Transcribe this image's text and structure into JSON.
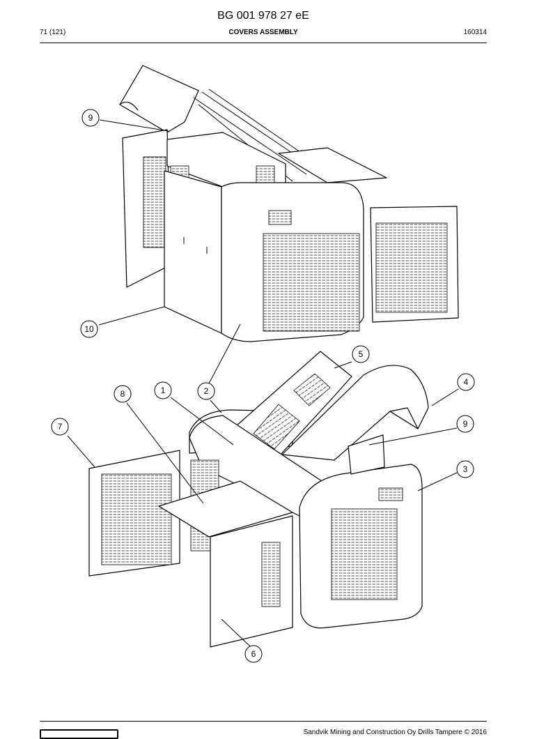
{
  "header": {
    "doc_number": "BG 001 978 27 eE",
    "page_ref": "71 (121)",
    "section_title": "COVERS ASSEMBLY",
    "revision": "160314"
  },
  "callouts": [
    {
      "id": "9a",
      "label": "9"
    },
    {
      "id": "10",
      "label": "10"
    },
    {
      "id": "5",
      "label": "5"
    },
    {
      "id": "4",
      "label": "4"
    },
    {
      "id": "1",
      "label": "1"
    },
    {
      "id": "2",
      "label": "2"
    },
    {
      "id": "8",
      "label": "8"
    },
    {
      "id": "7",
      "label": "7"
    },
    {
      "id": "9b",
      "label": "9"
    },
    {
      "id": "3",
      "label": "3"
    },
    {
      "id": "6",
      "label": "6"
    }
  ],
  "footer": {
    "copyright": "Sandvik Mining and Construction Oy Drills Tampere © 2016"
  }
}
